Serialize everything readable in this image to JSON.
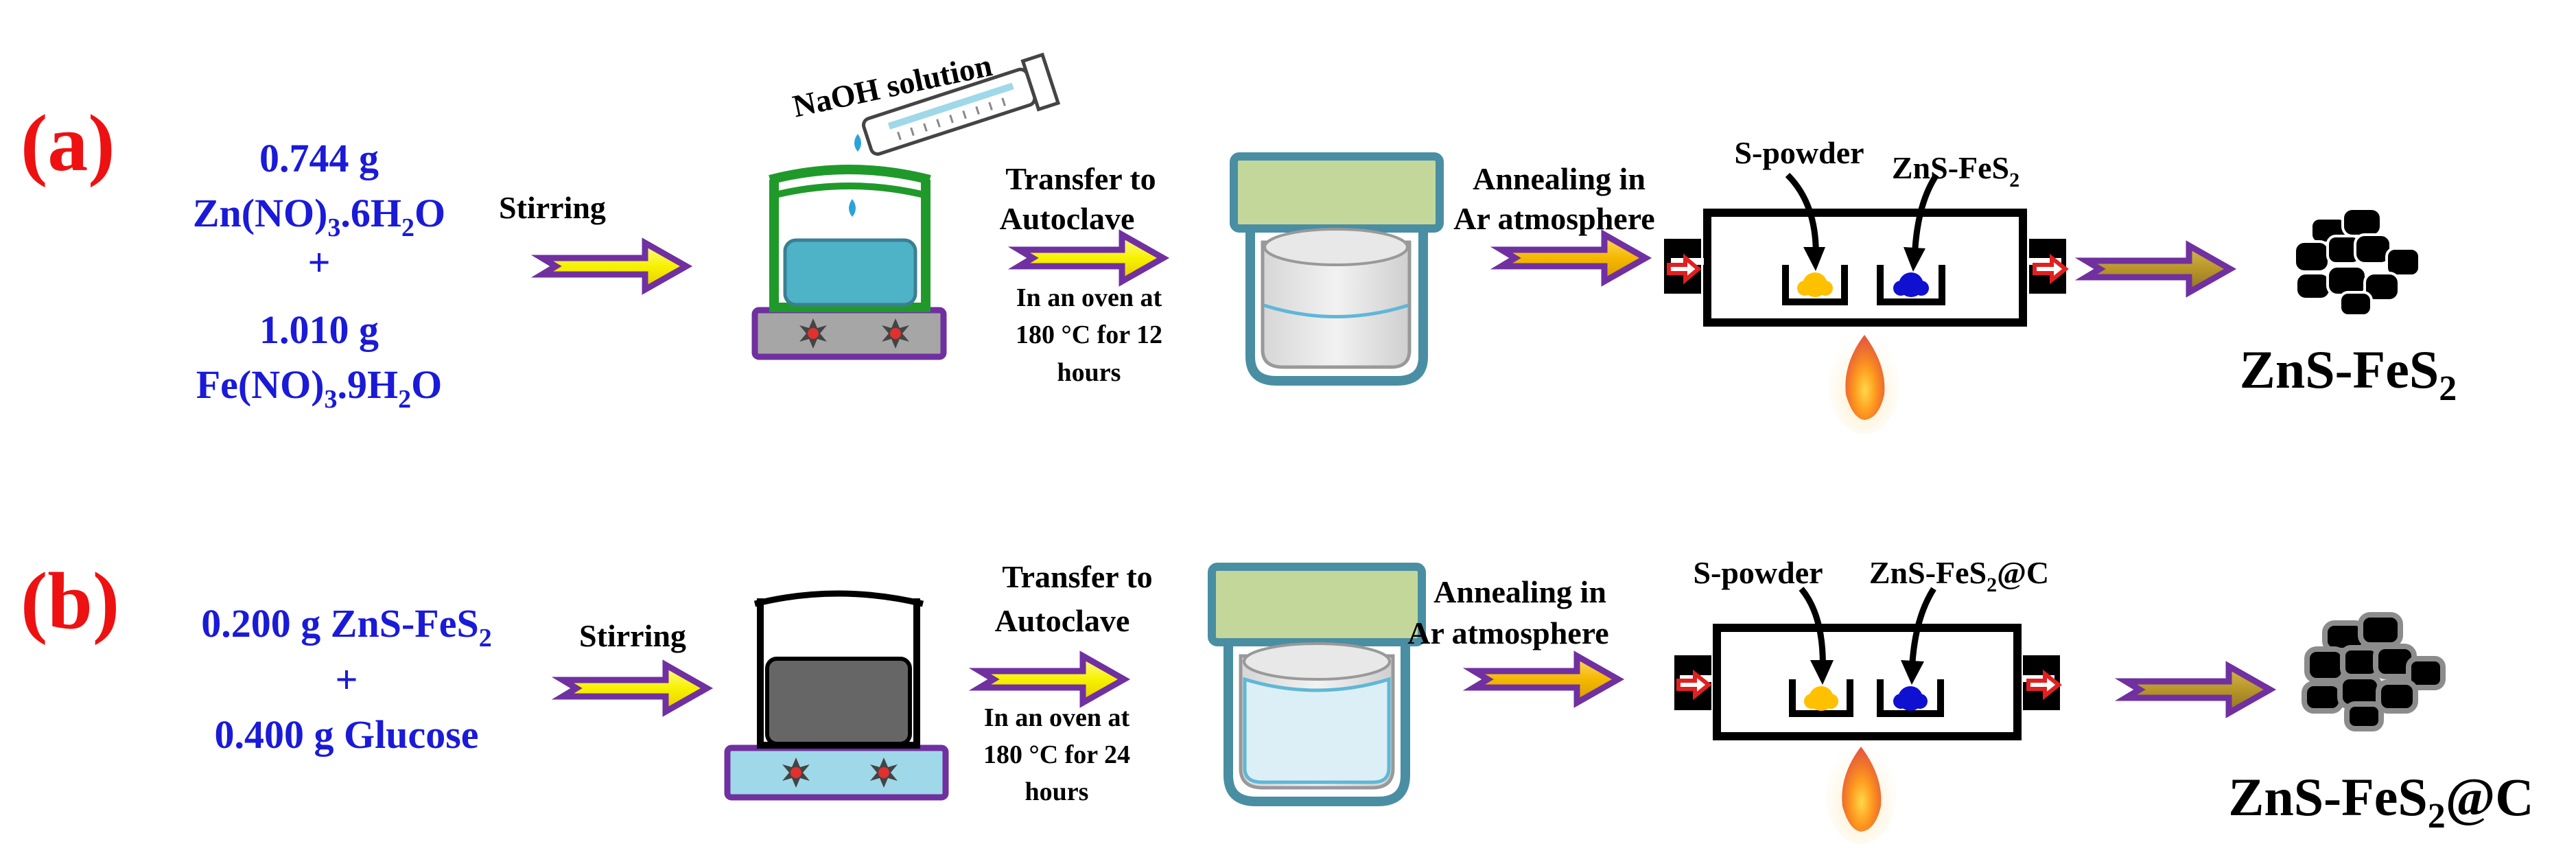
{
  "row_a": {
    "tag": "(a)",
    "reactant_1_mass": "0.744 g",
    "reactant_1_formula": {
      "a": "Zn(NO)",
      "b": "3",
      "c": ".6H",
      "d": "2",
      "e": "O"
    },
    "plus": "+",
    "reactant_2_mass": "1.010 g",
    "reactant_2_formula": {
      "a": "Fe(NO)",
      "b": "3",
      "c": ".9H",
      "d": "2",
      "e": "O"
    },
    "step_stirring": "Stirring",
    "naoh_label": "NaOH solution",
    "step_transfer_line1": "Transfer to",
    "step_transfer_line2": "Autoclave",
    "oven_line1": "In an oven at",
    "oven_line2": "180 °C for 12",
    "oven_line3": "hours",
    "step_anneal_line1": "Annealing in",
    "step_anneal_line2": "Ar atmosphere",
    "s_powder": "S-powder",
    "furnace_sample": {
      "a": "ZnS-FeS",
      "b": "2",
      "c": ""
    },
    "product": {
      "a": "ZnS-FeS",
      "b": "2",
      "c": ""
    }
  },
  "row_b": {
    "tag": "(b)",
    "reactant_1": {
      "a": "0.200 g ZnS-FeS",
      "b": "2"
    },
    "plus": "+",
    "reactant_2": "0.400 g Glucose",
    "step_stirring": "Stirring",
    "step_transfer_line1": "Transfer to",
    "step_transfer_line2": "Autoclave",
    "oven_line1": "In an oven at",
    "oven_line2": "180 °C for 24",
    "oven_line3": "hours",
    "step_anneal_line1": "Annealing in",
    "step_anneal_line2": "Ar atmosphere",
    "s_powder": "S-powder",
    "furnace_sample": {
      "a": "ZnS-FeS",
      "b": "2",
      "c": "@C"
    },
    "product": {
      "a": "ZnS-FeS",
      "b": "2",
      "c": "@C"
    }
  },
  "colors": {
    "tag": "#ee1111",
    "reactant_text": "#1a1ad8",
    "arrow_fill": "#f7f200",
    "arrow_outline": "#7030a0",
    "beaker_a": "#1f9a2a",
    "liquid_a": "#4fb3c8",
    "liquid_b": "#666666",
    "hotplate_a": "#a6a6a6",
    "hotplate_b": "#9fd8e8",
    "autoclave_lid": "#c4d79b",
    "autoclave_body": "#4a8ea3",
    "boat_powder_yellow": "#ffc000",
    "boat_powder_blue": "#1010d0"
  },
  "icons": [
    "magnetic-stirrer-icon",
    "beaker-icon",
    "dropper-icon",
    "autoclave-icon",
    "tube-furnace-icon",
    "flame-icon",
    "particles-icon",
    "process-arrow-icon"
  ]
}
